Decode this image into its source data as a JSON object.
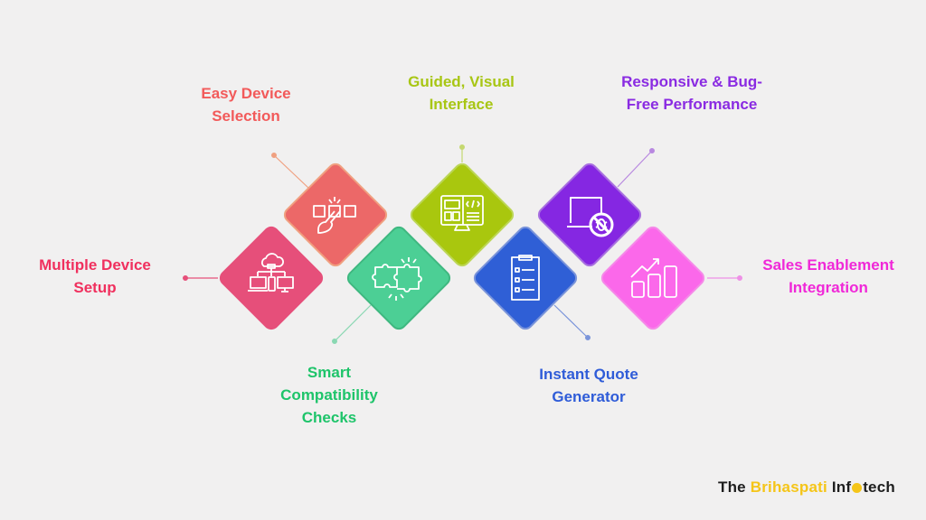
{
  "features": [
    {
      "id": "multiple-device-setup",
      "label_lines": [
        "Multiple Device",
        "Setup"
      ],
      "color": "#e64f7a",
      "text_color": "#f0305e",
      "icon": "cloud-devices-icon"
    },
    {
      "id": "easy-device-selection",
      "label_lines": [
        "Easy Device",
        "Selection"
      ],
      "color": "#ec6868",
      "text_color": "#f25a5a",
      "icon": "tap-select-icon"
    },
    {
      "id": "smart-compatibility-checks",
      "label_lines": [
        "Smart",
        "Compatibility",
        "Checks"
      ],
      "color": "#4ccf95",
      "text_color": "#1ec46a",
      "icon": "puzzle-icon"
    },
    {
      "id": "guided-visual-interface",
      "label_lines": [
        "Guided, Visual",
        "Interface"
      ],
      "color": "#a9c70e",
      "text_color": "#a8c614",
      "icon": "monitor-code-icon"
    },
    {
      "id": "instant-quote-generator",
      "label_lines": [
        "Instant Quote",
        "Generator"
      ],
      "color": "#2f5fd6",
      "text_color": "#2f5cd8",
      "icon": "clipboard-list-icon"
    },
    {
      "id": "responsive-bug-free-performance",
      "label_lines": [
        "Responsive & Bug-",
        "Free Performance"
      ],
      "color": "#8527e2",
      "text_color": "#8a2be2",
      "icon": "laptop-no-bug-icon"
    },
    {
      "id": "sales-enablement-integration",
      "label_lines": [
        "Sales Enablement",
        "Integration"
      ],
      "color": "#fb68ea",
      "text_color": "#f028d8",
      "icon": "growth-chart-icon"
    }
  ],
  "brand": {
    "prefix": "The ",
    "highlight": "Brihaspati",
    "suffix_a": " Inf",
    "suffix_b": "tech",
    "globe_icon": "globe-icon"
  }
}
